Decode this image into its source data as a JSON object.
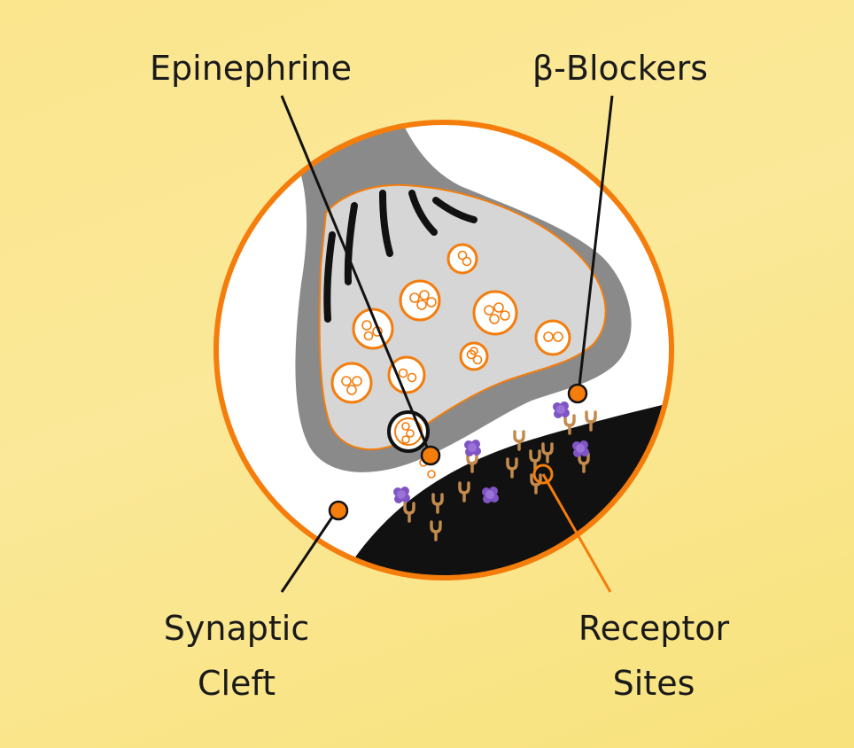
{
  "labels": {
    "epinephrine": "Epinephrine",
    "beta_blockers": "β-Blockers",
    "synaptic_cleft_line1": "Synaptic",
    "synaptic_cleft_line2": "Cleft",
    "receptor_sites_line1": "Receptor",
    "receptor_sites_line2": "Sites"
  },
  "colors": {
    "background": "#fbe68e",
    "ring": "#f47d0c",
    "neuron_outer": "#8a8a8a",
    "neuron_inner": "#d6d6d6",
    "postsynaptic": "#111111",
    "receptor": "#c38a4d",
    "blocker": "#7f55c4"
  }
}
